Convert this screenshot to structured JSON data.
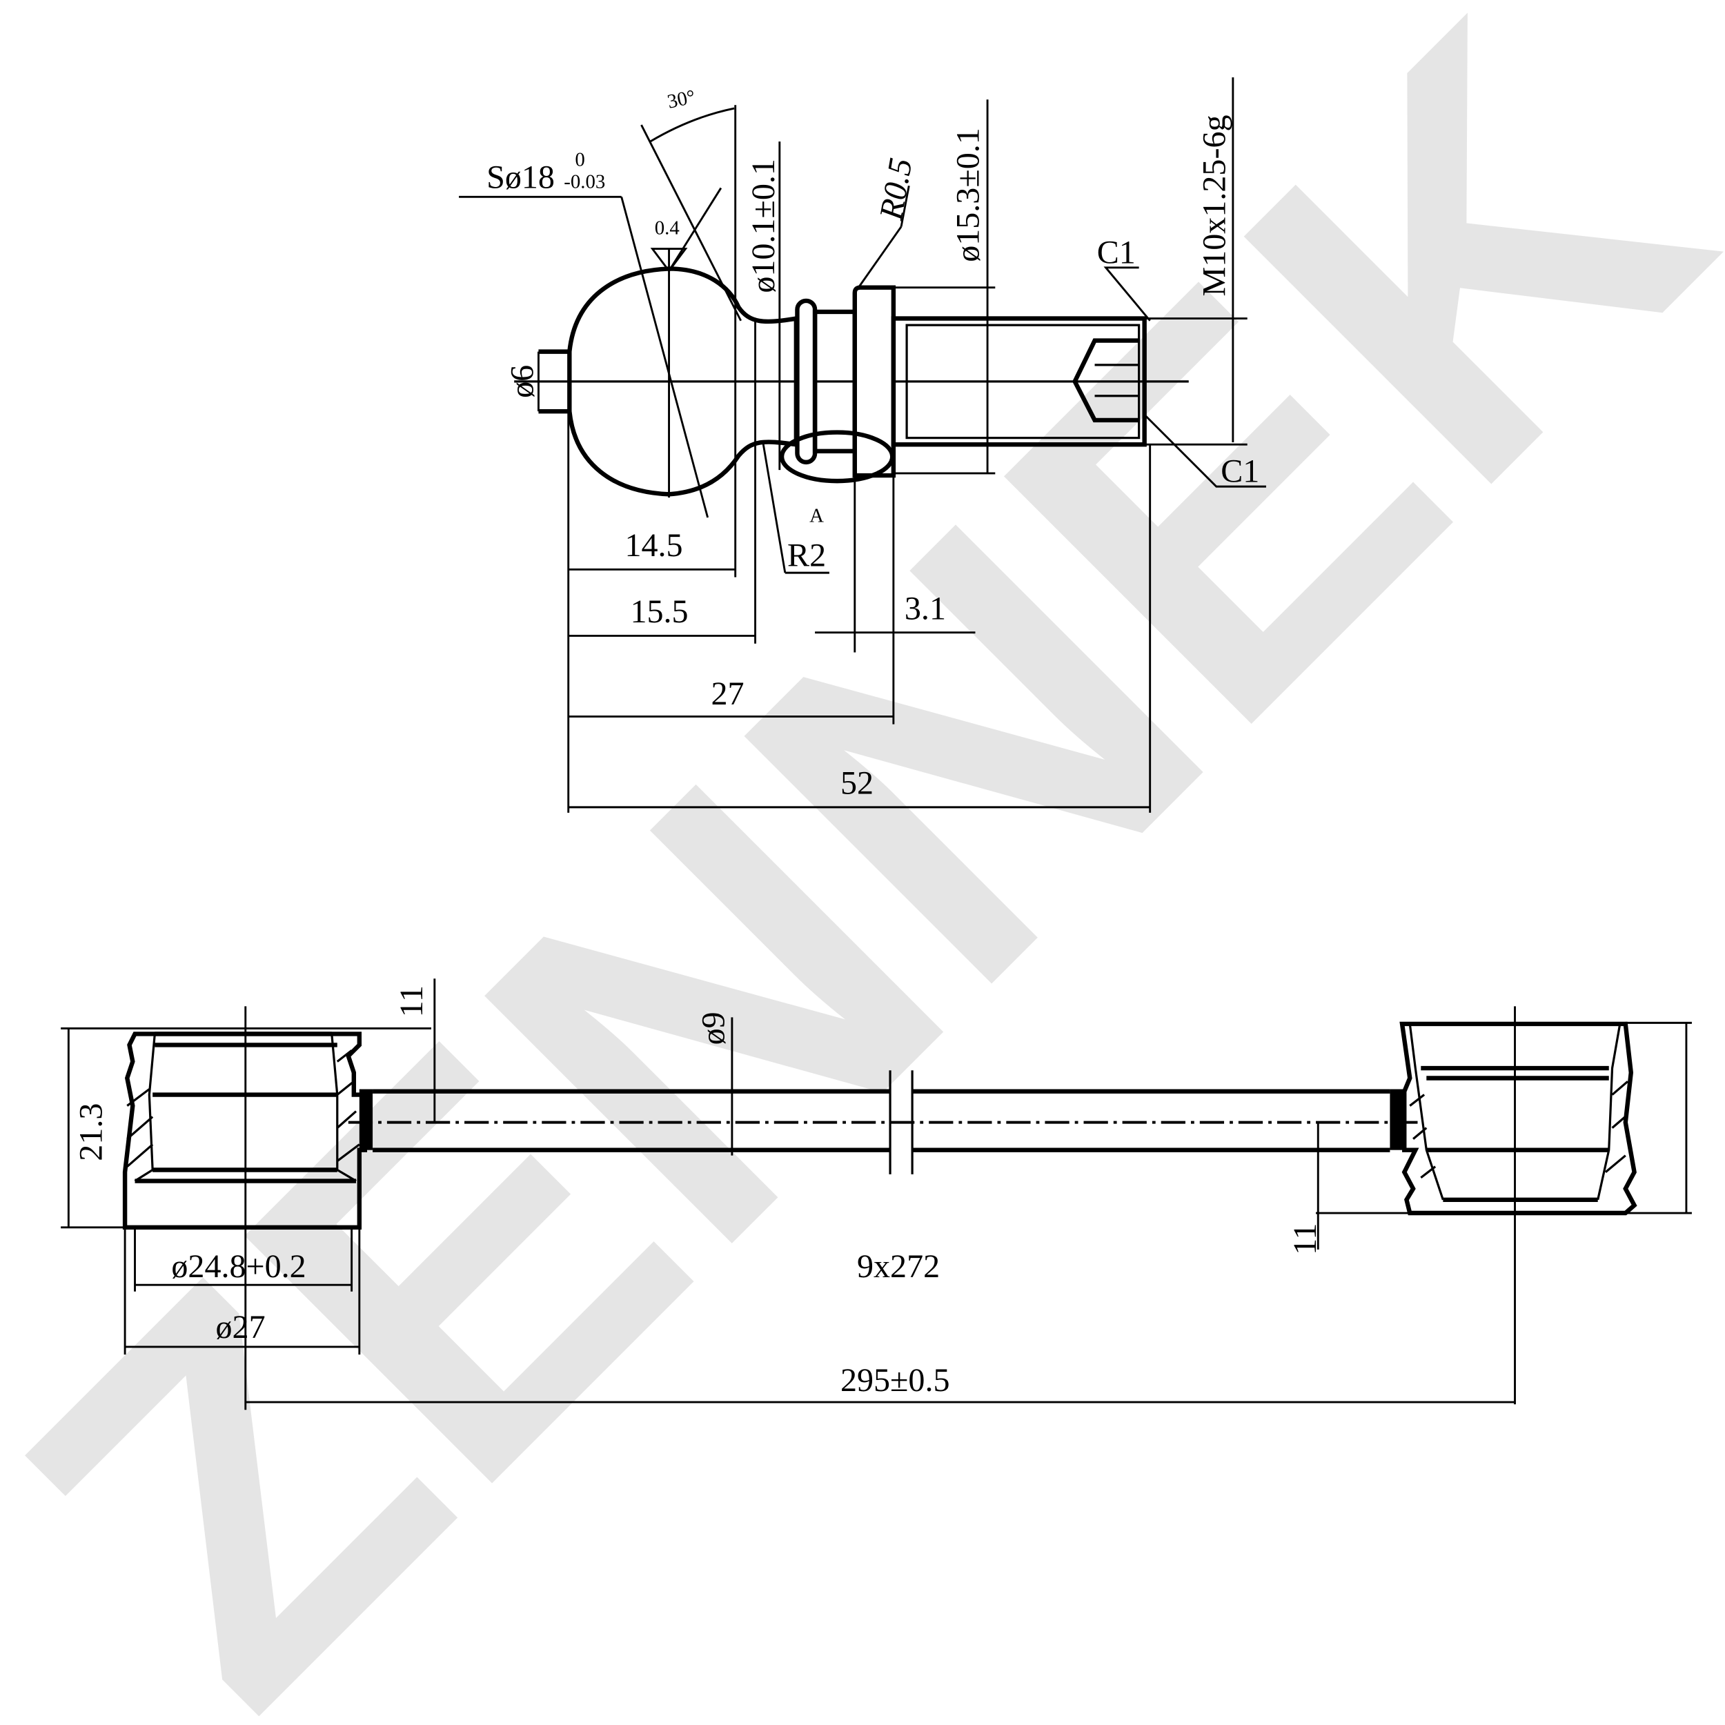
{
  "watermark": "ZENNEK",
  "ball_stud": {
    "sphere_diameter": "Sø18",
    "sphere_tol_upper": "0",
    "sphere_tol_lower": "-0.03",
    "angle": "30°",
    "flatness": "0.4",
    "flat_diameter": "ø6",
    "neck_diameter": "ø10.1±0.1",
    "fillet_r05": "R0.5",
    "flange_diameter": "ø15.3±0.1",
    "thread": "M10x1.25-6g",
    "chamfer_top": "C1",
    "chamfer_bottom": "C1",
    "fillet_r2": "R2",
    "detail_label": "A",
    "len_14_5": "14.5",
    "len_15_5": "15.5",
    "len_3_1": "3.1",
    "len_27": "27",
    "len_52": "52"
  },
  "link_rod": {
    "height": "21.3",
    "offset_left": "11",
    "rod_diameter": "ø9",
    "offset_right": "11",
    "inner_diameter": "ø24.8+0.2",
    "outer_diameter": "ø27",
    "rod_spec": "9x272",
    "total_length": "295±0.5"
  }
}
